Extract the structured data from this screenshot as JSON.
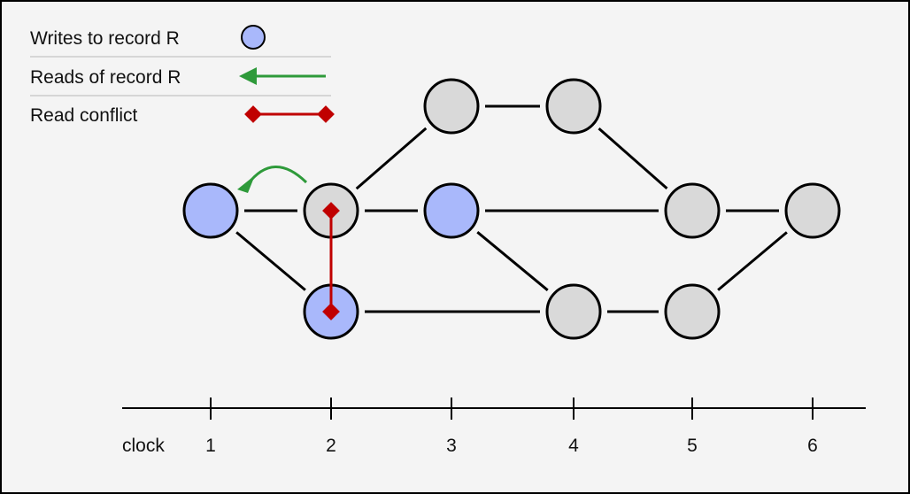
{
  "legend": {
    "writes_label": "Writes to record R",
    "reads_label": "Reads of record R",
    "conflict_label": "Read conflict"
  },
  "axis": {
    "label": "clock",
    "ticks": [
      "1",
      "2",
      "3",
      "4",
      "5",
      "6"
    ]
  },
  "colors": {
    "write_node": "#a9b8fb",
    "normal_node": "#d9d9d9",
    "read_arrow": "#2e9a3a",
    "conflict": "#c00000",
    "stroke": "#000000",
    "background": "#f4f4f4"
  },
  "nodes": [
    {
      "id": "n1",
      "clock": "1",
      "type": "write"
    },
    {
      "id": "n2a",
      "clock": "2",
      "type": "normal"
    },
    {
      "id": "n2b",
      "clock": "2",
      "type": "write"
    },
    {
      "id": "n3a",
      "clock": "3",
      "type": "normal"
    },
    {
      "id": "n3b",
      "clock": "3",
      "type": "write"
    },
    {
      "id": "n4a",
      "clock": "4",
      "type": "normal"
    },
    {
      "id": "n4b",
      "clock": "4",
      "type": "normal"
    },
    {
      "id": "n5a",
      "clock": "5",
      "type": "normal"
    },
    {
      "id": "n5b",
      "clock": "5",
      "type": "normal"
    },
    {
      "id": "n6",
      "clock": "6",
      "type": "normal"
    }
  ],
  "edges": [
    [
      "n1",
      "n2a"
    ],
    [
      "n1",
      "n2b"
    ],
    [
      "n2a",
      "n3a"
    ],
    [
      "n2a",
      "n3b"
    ],
    [
      "n3a",
      "n4a"
    ],
    [
      "n4a",
      "n5a"
    ],
    [
      "n3b",
      "n5a"
    ],
    [
      "n3b",
      "n4b"
    ],
    [
      "n2b",
      "n4b"
    ],
    [
      "n4b",
      "n5b"
    ],
    [
      "n5a",
      "n6"
    ],
    [
      "n5b",
      "n6"
    ]
  ],
  "read_arrow": {
    "from": "n2a",
    "to": "n1"
  },
  "conflict": {
    "from": "n2a",
    "to": "n2b"
  }
}
